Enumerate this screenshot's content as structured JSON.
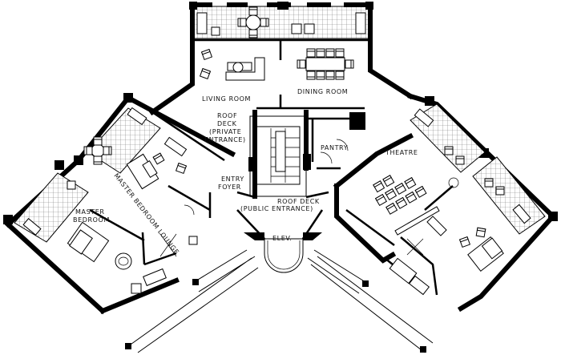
{
  "plan": {
    "labels": {
      "living_room": "LIVING ROOM",
      "dining_room": "DINING ROOM",
      "roof_deck_private": [
        "ROOF",
        "DECK",
        "(PRIVATE",
        "ENTRANCE)"
      ],
      "pantry": "PANTRY",
      "theatre": "THEATRE",
      "master_bedroom_lounge": "MASTER BEDROOM LOUNGE",
      "master_bedroom": [
        "MASTER",
        "BEDROOM"
      ],
      "entry_foyer": [
        "ENTRY",
        "FOYER"
      ],
      "roof_deck_public": [
        "ROOF DECK",
        "(PUBLIC ENTRANCE)"
      ],
      "elevator": "ELEV."
    }
  }
}
